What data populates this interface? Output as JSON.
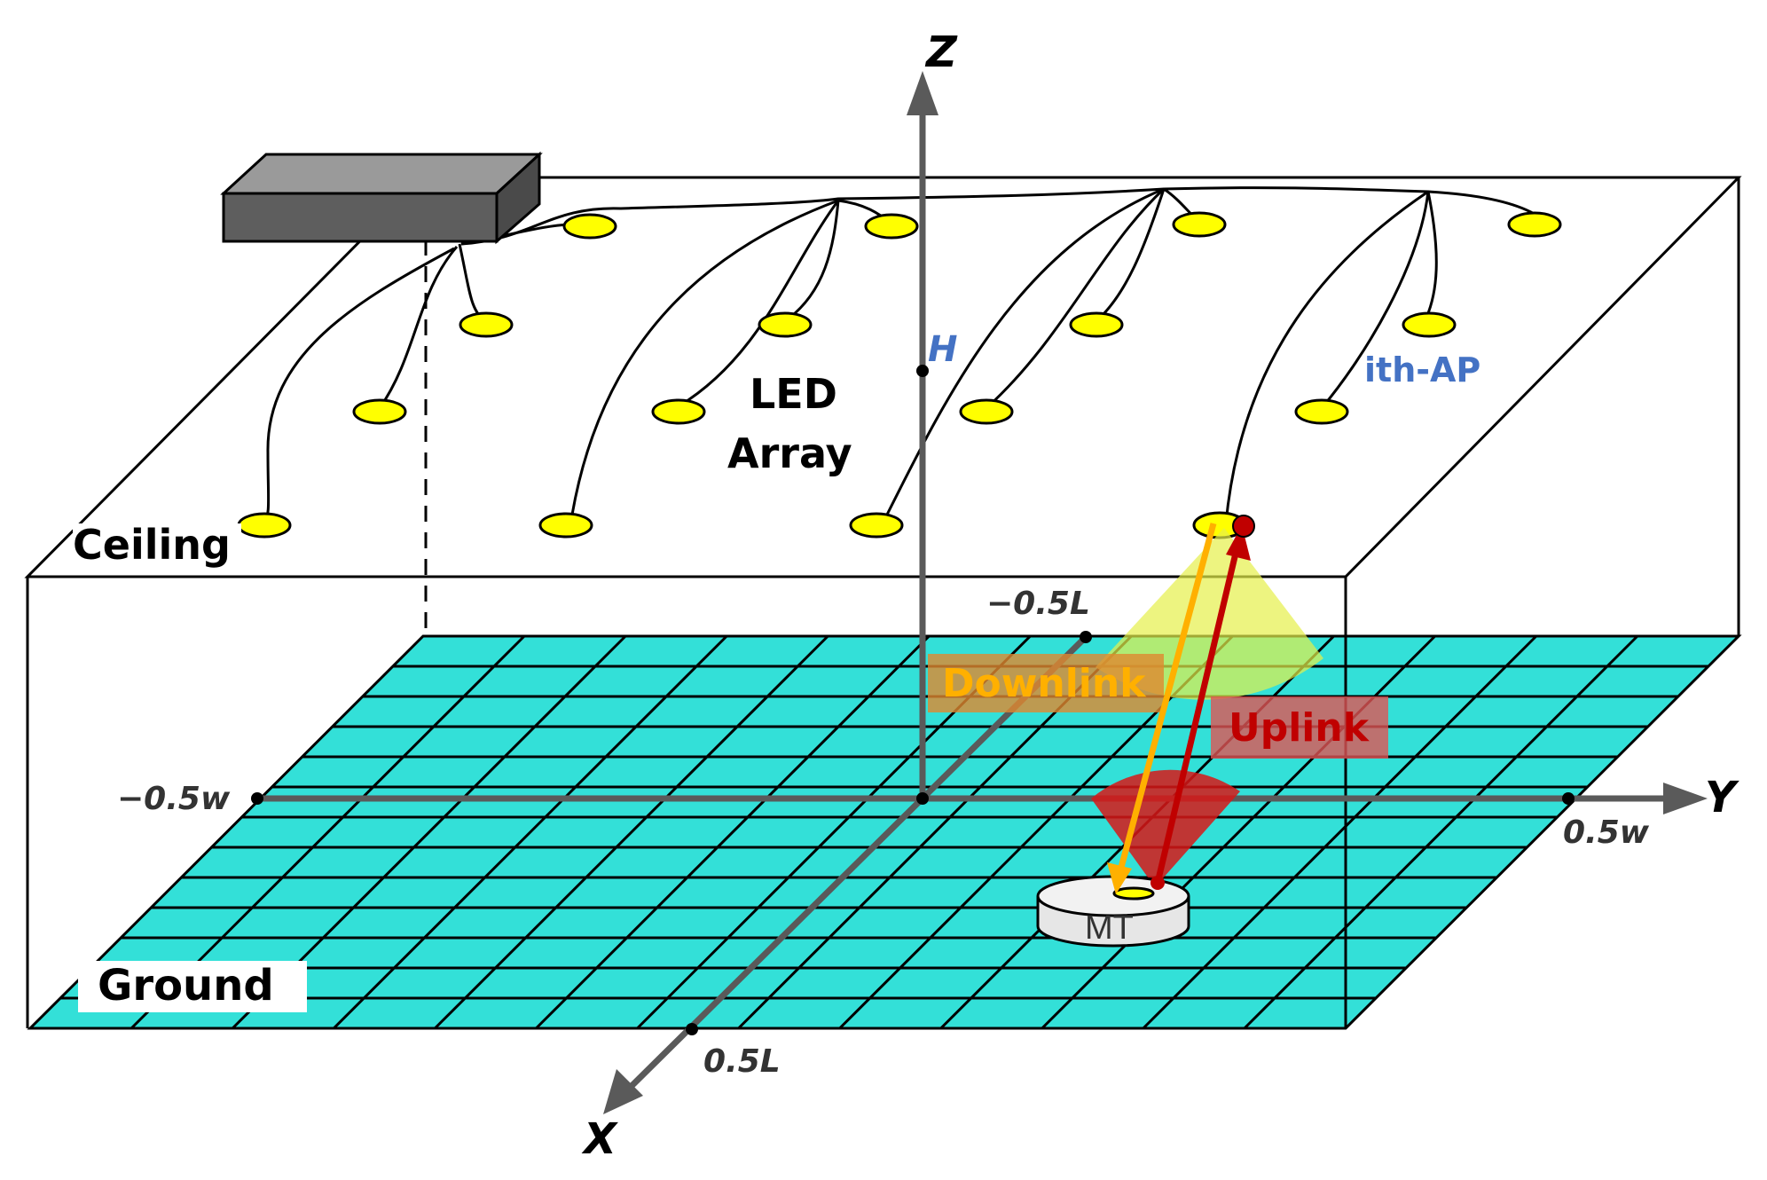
{
  "labels": {
    "z_axis": "Z",
    "y_axis": "Y",
    "x_axis": "X",
    "height": "H",
    "led_array_line1": "LED",
    "led_array_line2": "Array",
    "ith_ap": "ith-AP",
    "ceiling": "Ceiling",
    "ground": "Ground",
    "neg_half_L": "−0.5L",
    "half_L": "0.5L",
    "neg_half_w": "−0.5w",
    "half_w": "0.5w",
    "downlink": "Downlink",
    "uplink": "Uplink",
    "mt": "MT"
  },
  "colors": {
    "floor": "#33e0d8",
    "led": "#ffff00",
    "axis": "#5a5a5a",
    "controller": "#6e6e6e",
    "downlink": "#ffb000",
    "uplink": "#c00000",
    "height_label": "#4472c4",
    "ap_label": "#4472c4"
  },
  "icons": {
    "controller": "controller-box-icon",
    "led": "led-lamp-icon",
    "mt": "mobile-terminal-icon"
  }
}
